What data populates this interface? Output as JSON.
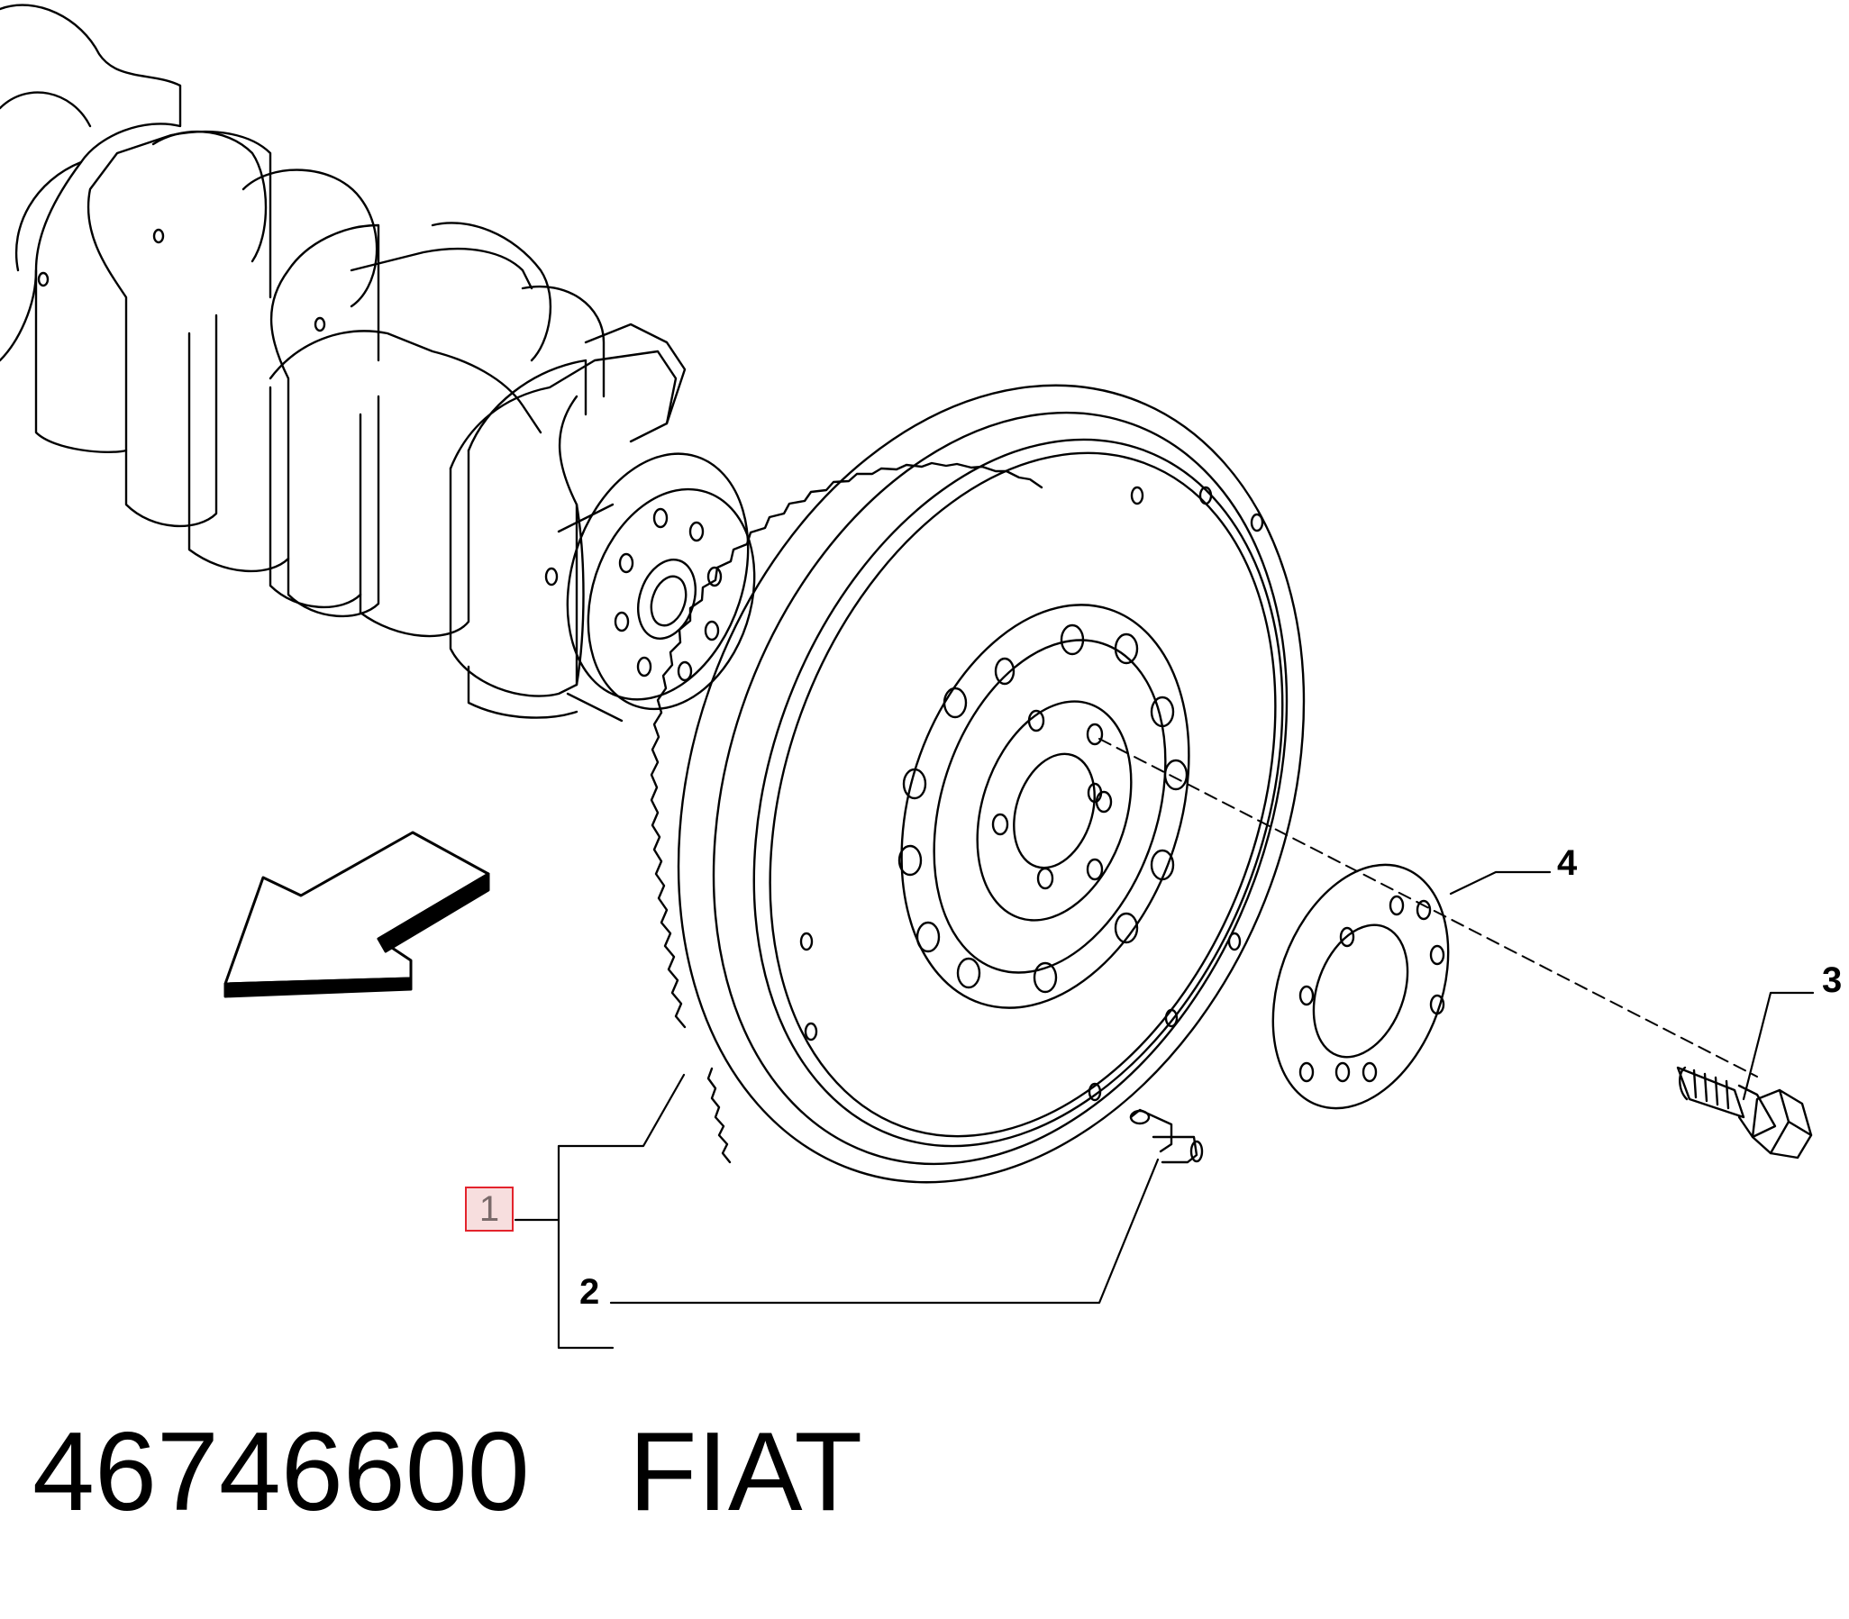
{
  "callouts": {
    "item1": "1",
    "item2": "2",
    "item3": "3",
    "item4": "4"
  },
  "caption": {
    "part_number": "46746600",
    "brand": "FIAT"
  },
  "colors": {
    "line": "#000000",
    "highlight_border": "#e3232c",
    "highlight_fill": "#f7dede"
  },
  "icons": {
    "direction_arrow": "direction-arrow-icon"
  }
}
